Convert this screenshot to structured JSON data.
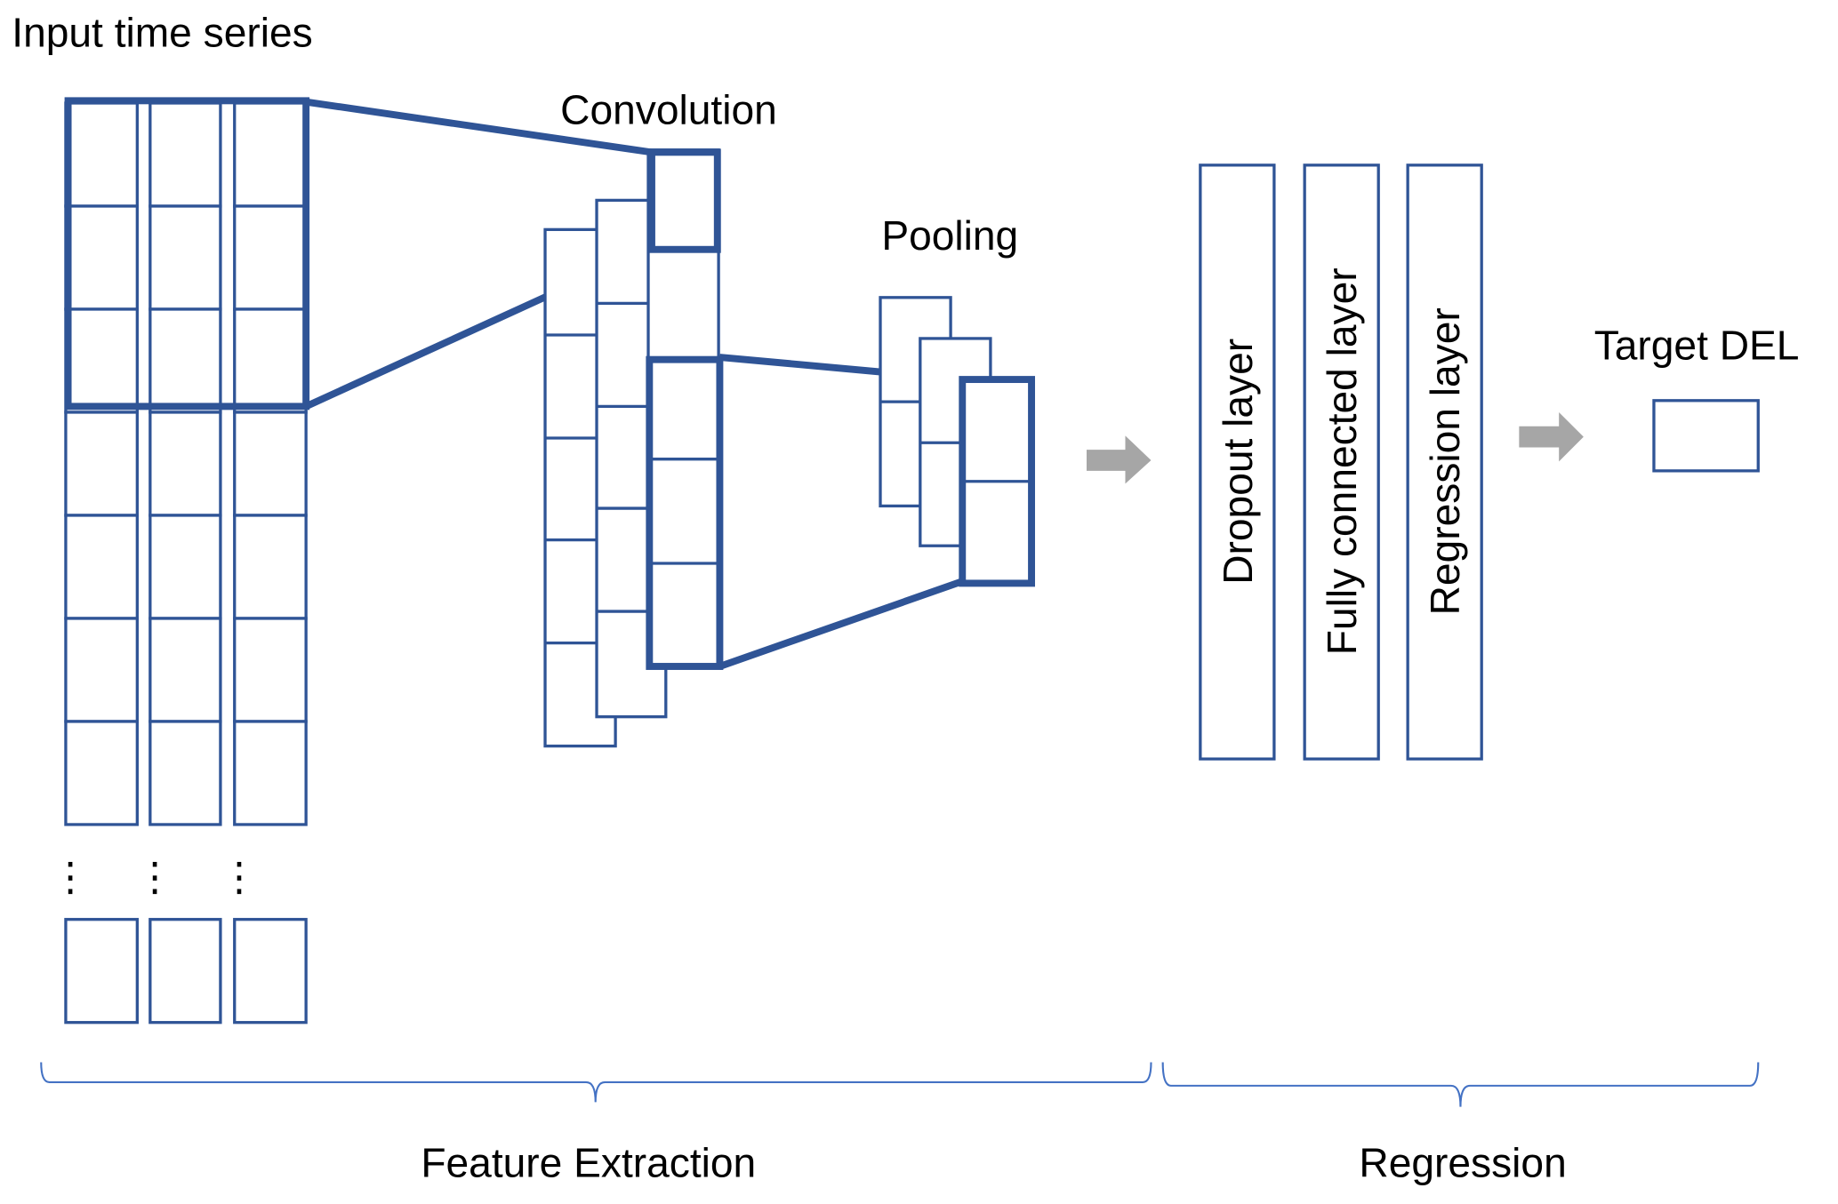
{
  "labels": {
    "input": "Input time series",
    "convolution": "Convolution",
    "pooling": "Pooling",
    "target": "Target DEL",
    "feature_extraction": "Feature Extraction",
    "regression": "Regression"
  },
  "layers": [
    {
      "label": "Dropout layer"
    },
    {
      "label": "Fully connected layer"
    },
    {
      "label": "Regression layer"
    }
  ],
  "colors": {
    "stroke": "#2f5496",
    "arrow": "#a6a6a6",
    "brace": "#4472c4"
  },
  "input_grid": {
    "columns": 3,
    "rows_shown": 7,
    "ellipsis": "⋮"
  }
}
